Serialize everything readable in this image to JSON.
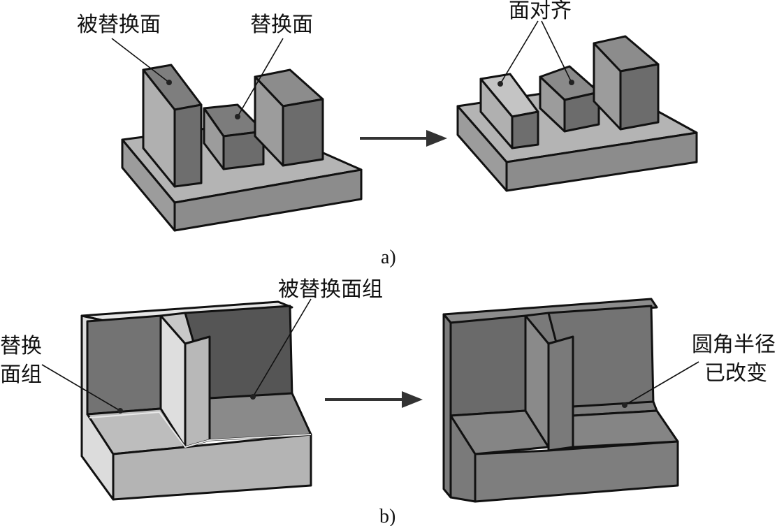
{
  "panel_a": {
    "caption": "a)",
    "labels": {
      "replaced_face": "被替换面",
      "replacement_face": "替换面",
      "faces_aligned": "面对齐"
    }
  },
  "panel_b": {
    "caption": "b)",
    "labels": {
      "replaced_face_group": "被替换面组",
      "replacement_face_group_line1": "替换",
      "replacement_face_group_line2": "面组",
      "fillet_line1": "圆角半径",
      "fillet_line2": "已改变"
    }
  },
  "colors": {
    "light": "#c8c8c8",
    "mid": "#a8a8a8",
    "dark": "#7a7a7a",
    "darker": "#666666",
    "highlight": "#e6e6e6"
  }
}
